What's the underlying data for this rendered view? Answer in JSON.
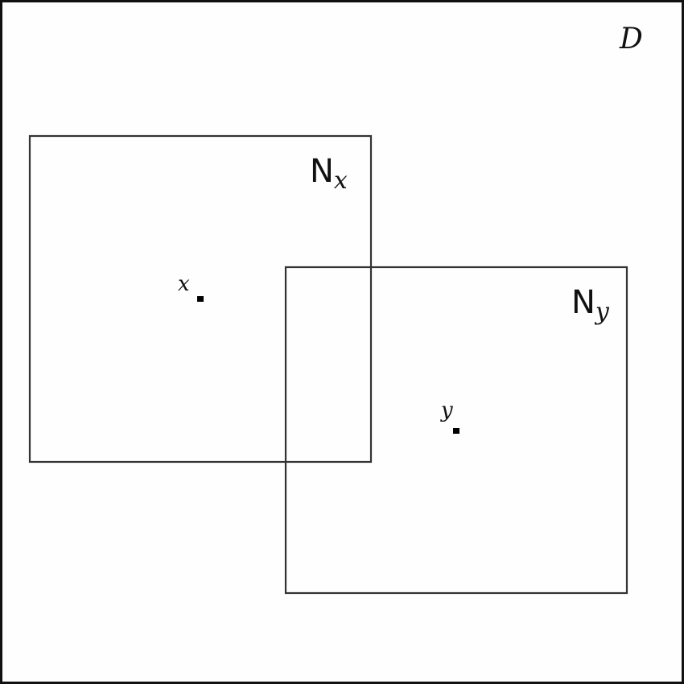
{
  "diagram": {
    "domain_label": "D",
    "neighborhood_x": {
      "base": "N",
      "subscript": "x",
      "point_label": "x"
    },
    "neighborhood_y": {
      "base": "N",
      "subscript": "y",
      "point_label": "y"
    },
    "colors": {
      "stroke": "#333333",
      "point": "#000000",
      "frame": "#111111"
    }
  }
}
